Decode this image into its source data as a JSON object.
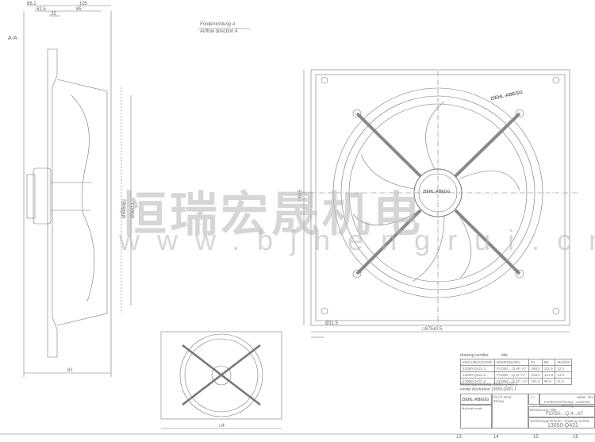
{
  "section_label": "A-A",
  "airflow": {
    "de": "Förderrichtung A",
    "en": "Airflow direction A"
  },
  "dimensions": {
    "top_left": "86.2",
    "top_right": "135",
    "second_left": "62.5",
    "second_right": "85",
    "hub": "25",
    "dia_inner": "Ø515.5",
    "dia_outer": "Ø560.1",
    "bottom_side": "81",
    "height_square": "□685",
    "width_square": "□675±0.5",
    "hole": "Ø11.5",
    "small_view": "□4"
  },
  "brand": "ZIEHL-ABEGG",
  "watermark": {
    "cn": "恒瑞宏晟机电",
    "url": "www.bjhengrui.cn"
  },
  "parts_table": {
    "caption_left": "drawing number",
    "caption_right": "title",
    "headers": [
      "ZEICHNUNGSNR.",
      "BENENNUNG",
      "B1",
      "B5",
      "MASSE"
    ],
    "rows": [
      [
        "13050-Q421.1",
        "FC050-...Q.4F..A7",
        "268.0",
        "111.9",
        "12.1"
      ],
      [
        "13050-Q421.2",
        "FC050-...Q.4I..A7",
        "218.0",
        "131.9",
        "14.0"
      ],
      [
        "13050-Q421.3",
        "FC050-...Q.4C..A7",
        "181.0",
        "96.9",
        "11.0"
      ]
    ],
    "model_de": "Modelldarstellung  13050-Q421.1",
    "model_en": "model illustration  13050-Q421.1"
  },
  "title_block": {
    "scale_label": "Maßstab scale",
    "scale": "1:2",
    "sheet": "Mater. Nm",
    "drawing_type_de": "Kundenzeichnung",
    "drawing_type_en": "customer drawing",
    "title_label": "Benennung / title",
    "title": "FC050-...Q.4...A7",
    "number_label": "Zeichnungsnummer / drawing number",
    "number": "13050-Q421",
    "date": "01.07.2016",
    "drawn_by": "Zhang",
    "zones": [
      "13",
      "14",
      "15",
      "16"
    ]
  }
}
